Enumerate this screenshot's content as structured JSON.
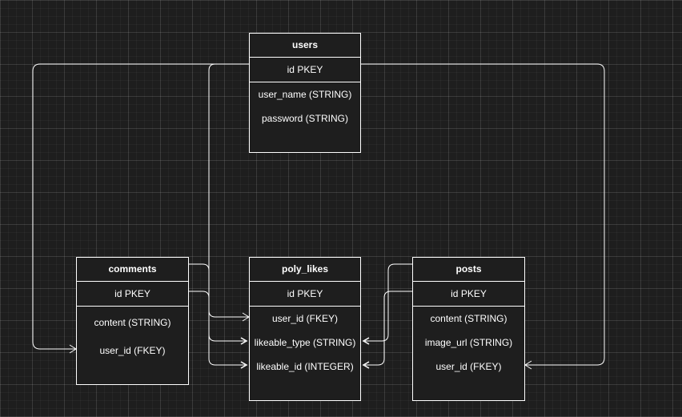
{
  "entities": {
    "users": {
      "name": "users",
      "pk": "id PKEY",
      "fields": [
        "user_name (STRING)",
        "password (STRING)"
      ]
    },
    "comments": {
      "name": "comments",
      "pk": "id PKEY",
      "fields": [
        "content (STRING)",
        "user_id (FKEY)"
      ]
    },
    "poly_likes": {
      "name": "poly_likes",
      "pk": "id PKEY",
      "fields": [
        "user_id (FKEY)",
        "likeable_type (STRING)",
        "likeable_id (INTEGER)"
      ]
    },
    "posts": {
      "name": "posts",
      "pk": "id PKEY",
      "fields": [
        "content (STRING)",
        "image_url (STRING)",
        "user_id (FKEY)"
      ]
    }
  },
  "colors": {
    "background": "#1e1e1e",
    "stroke": "#ffffff"
  }
}
